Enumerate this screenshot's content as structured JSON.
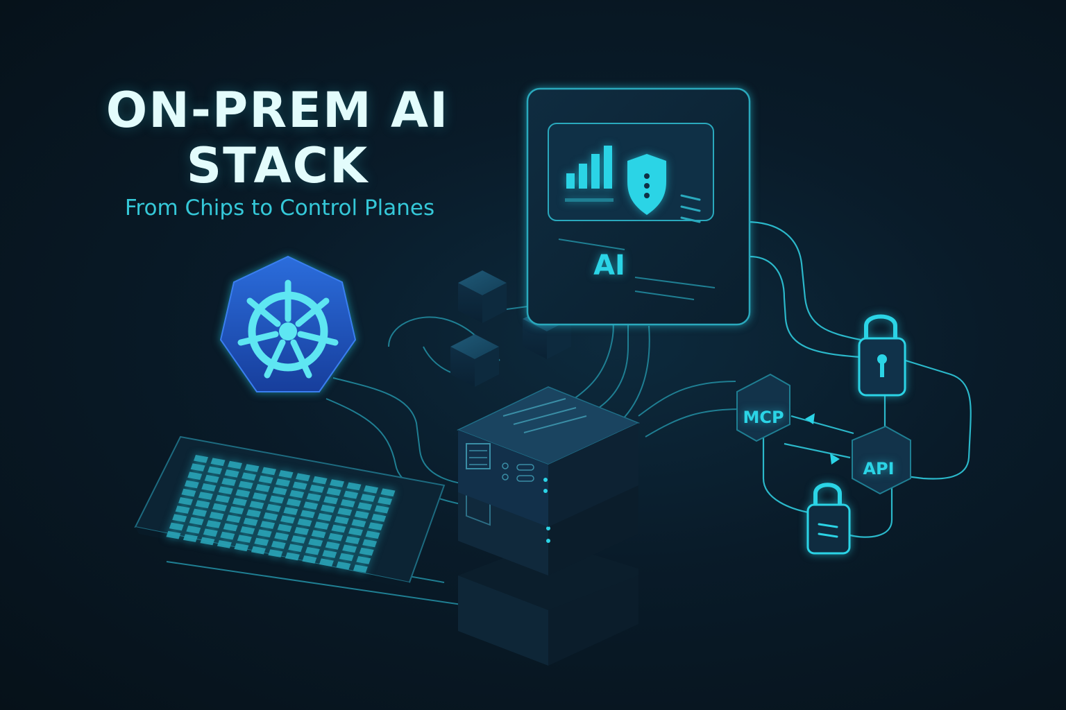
{
  "header": {
    "title_line1": "ON-PREM AI",
    "title_line2": "STACK",
    "subtitle": "From Chips to Control Planes"
  },
  "labels": {
    "ai": "AI",
    "mcp": "MCP",
    "api": "API"
  },
  "icons": [
    "kubernetes-icon",
    "chip-grid-icon",
    "server-rack-icon",
    "bar-chart-icon",
    "shield-icon",
    "cube-icon",
    "lock-icon"
  ],
  "colors": {
    "background": "#071521",
    "accent": "#2bd4e6",
    "title": "#e3fcfc",
    "kubernetes_blue": "#1f4fbf"
  }
}
